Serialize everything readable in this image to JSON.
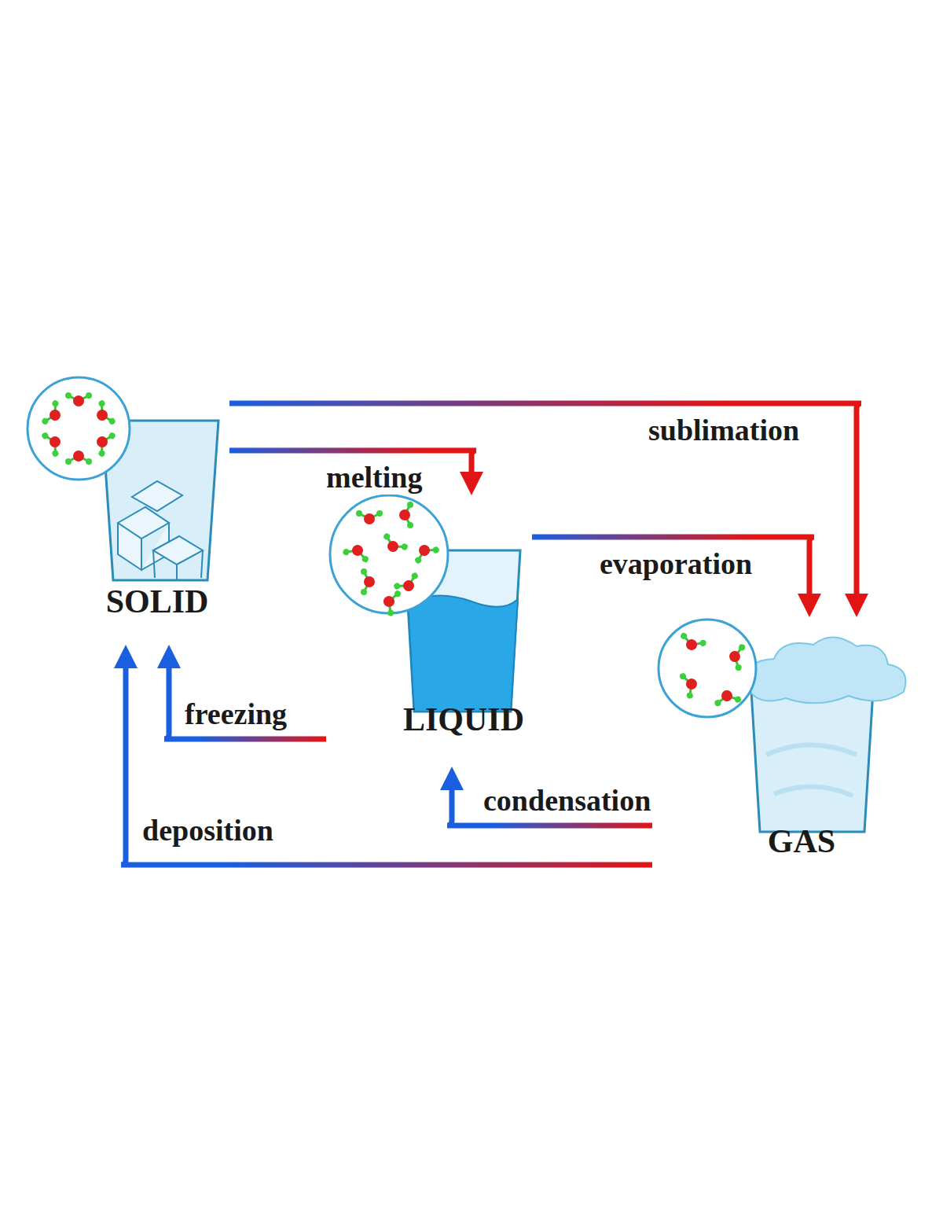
{
  "diagram": {
    "nodes": [
      {
        "text": [
          "SOLID"
        ]
      },
      {
        "text": [
          "LIQUID"
        ]
      },
      {
        "text": [
          "GAS"
        ]
      }
    ],
    "edges": [
      {
        "from": 0,
        "to": 2,
        "label": "sublimation",
        "arrow": "to"
      },
      {
        "from": 0,
        "to": 1,
        "label": "melting",
        "arrow": "to"
      },
      {
        "from": 1,
        "to": 2,
        "label": "evaporation",
        "arrow": "to"
      },
      {
        "from": 1,
        "to": 0,
        "label": "freezing",
        "arrow": "to"
      },
      {
        "from": 2,
        "to": 1,
        "label": "condensation",
        "arrow": "to"
      },
      {
        "from": 2,
        "to": 0,
        "label": "deposition",
        "arrow": "to"
      }
    ]
  }
}
